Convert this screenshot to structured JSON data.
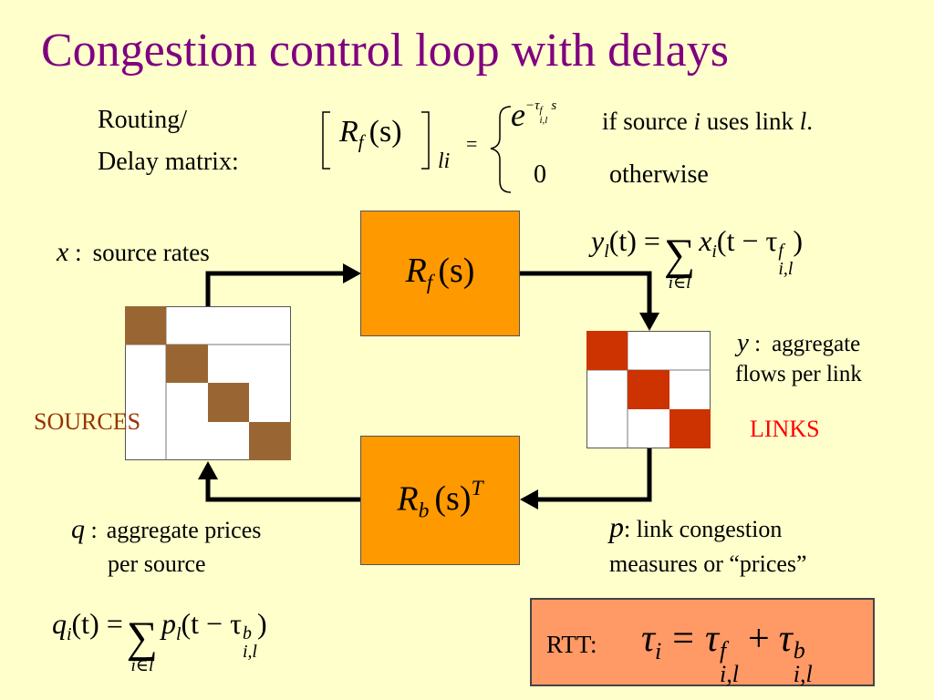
{
  "title": "Congestion control loop with delays",
  "routing": {
    "label_line1": "Routing/",
    "label_line2": "Delay matrix:",
    "matrix_R": "R",
    "matrix_sub": "f",
    "matrix_arg": "(s)",
    "matrix_index": "li",
    "equals": "=",
    "case1_base": "e",
    "case1_exp": "−τ",
    "case1_exp_sup": "f",
    "case1_exp_sub": "i,l",
    "case1_exp_s": "s",
    "case1_cond_a": "if source ",
    "case1_cond_i": "i",
    "case1_cond_b": " uses link ",
    "case1_cond_l": "l",
    "case1_cond_c": ".",
    "case2_value": "0",
    "case2_cond": "otherwise"
  },
  "x_label": {
    "var": "x",
    "colon": " :",
    "text": "source rates"
  },
  "forward_box": {
    "R": "R",
    "sub": "f",
    "arg": "(s)"
  },
  "backward_box": {
    "R": "R",
    "sub": "b",
    "arg": "(s)",
    "sup": "T"
  },
  "y_equation": {
    "lhs_y": "y",
    "lhs_sub": "l",
    "lhs_arg": "(t) =",
    "sum_index": "i∈l",
    "x": "x",
    "x_sub": "i",
    "arg_open": "(t − τ",
    "tau_sup": "f",
    "tau_sub": "i,l",
    "arg_close": ")"
  },
  "y_label": {
    "var": "y",
    "colon": " :",
    "line1": "aggregate",
    "line2": "flows per link"
  },
  "sources_label": "SOURCES",
  "links_label": "LINKS",
  "q_label": {
    "var": "q",
    "colon": " :",
    "line1": "aggregate prices",
    "line2": "per source"
  },
  "p_label": {
    "var": "p",
    "line1": ": link congestion",
    "line2": "measures or “prices”"
  },
  "q_equation": {
    "q": "q",
    "q_sub": "i",
    "arg": "(t) =",
    "sum_index": "i∈l",
    "p": "p",
    "p_sub": "l",
    "arg_open": "(t − τ",
    "tau_sup": "b",
    "tau_sub": "i,l",
    "arg_close": ")"
  },
  "rtt": {
    "label": "RTT:",
    "tau": "τ",
    "tau_sub": "i",
    "eq": "=",
    "tau_f_sup": "f",
    "tau_f_sub": "i,l",
    "plus": "+",
    "tau_b_sup": "b",
    "tau_b_sub": "i,l"
  },
  "colors": {
    "title": "#800080",
    "box_orange": "#ff9900",
    "rtt_box": "#ff9966",
    "source_cell": "#996633",
    "link_cell": "#cc3300",
    "sources_text": "#993300",
    "links_text": "#ff0000",
    "background": "#ffffcc"
  }
}
